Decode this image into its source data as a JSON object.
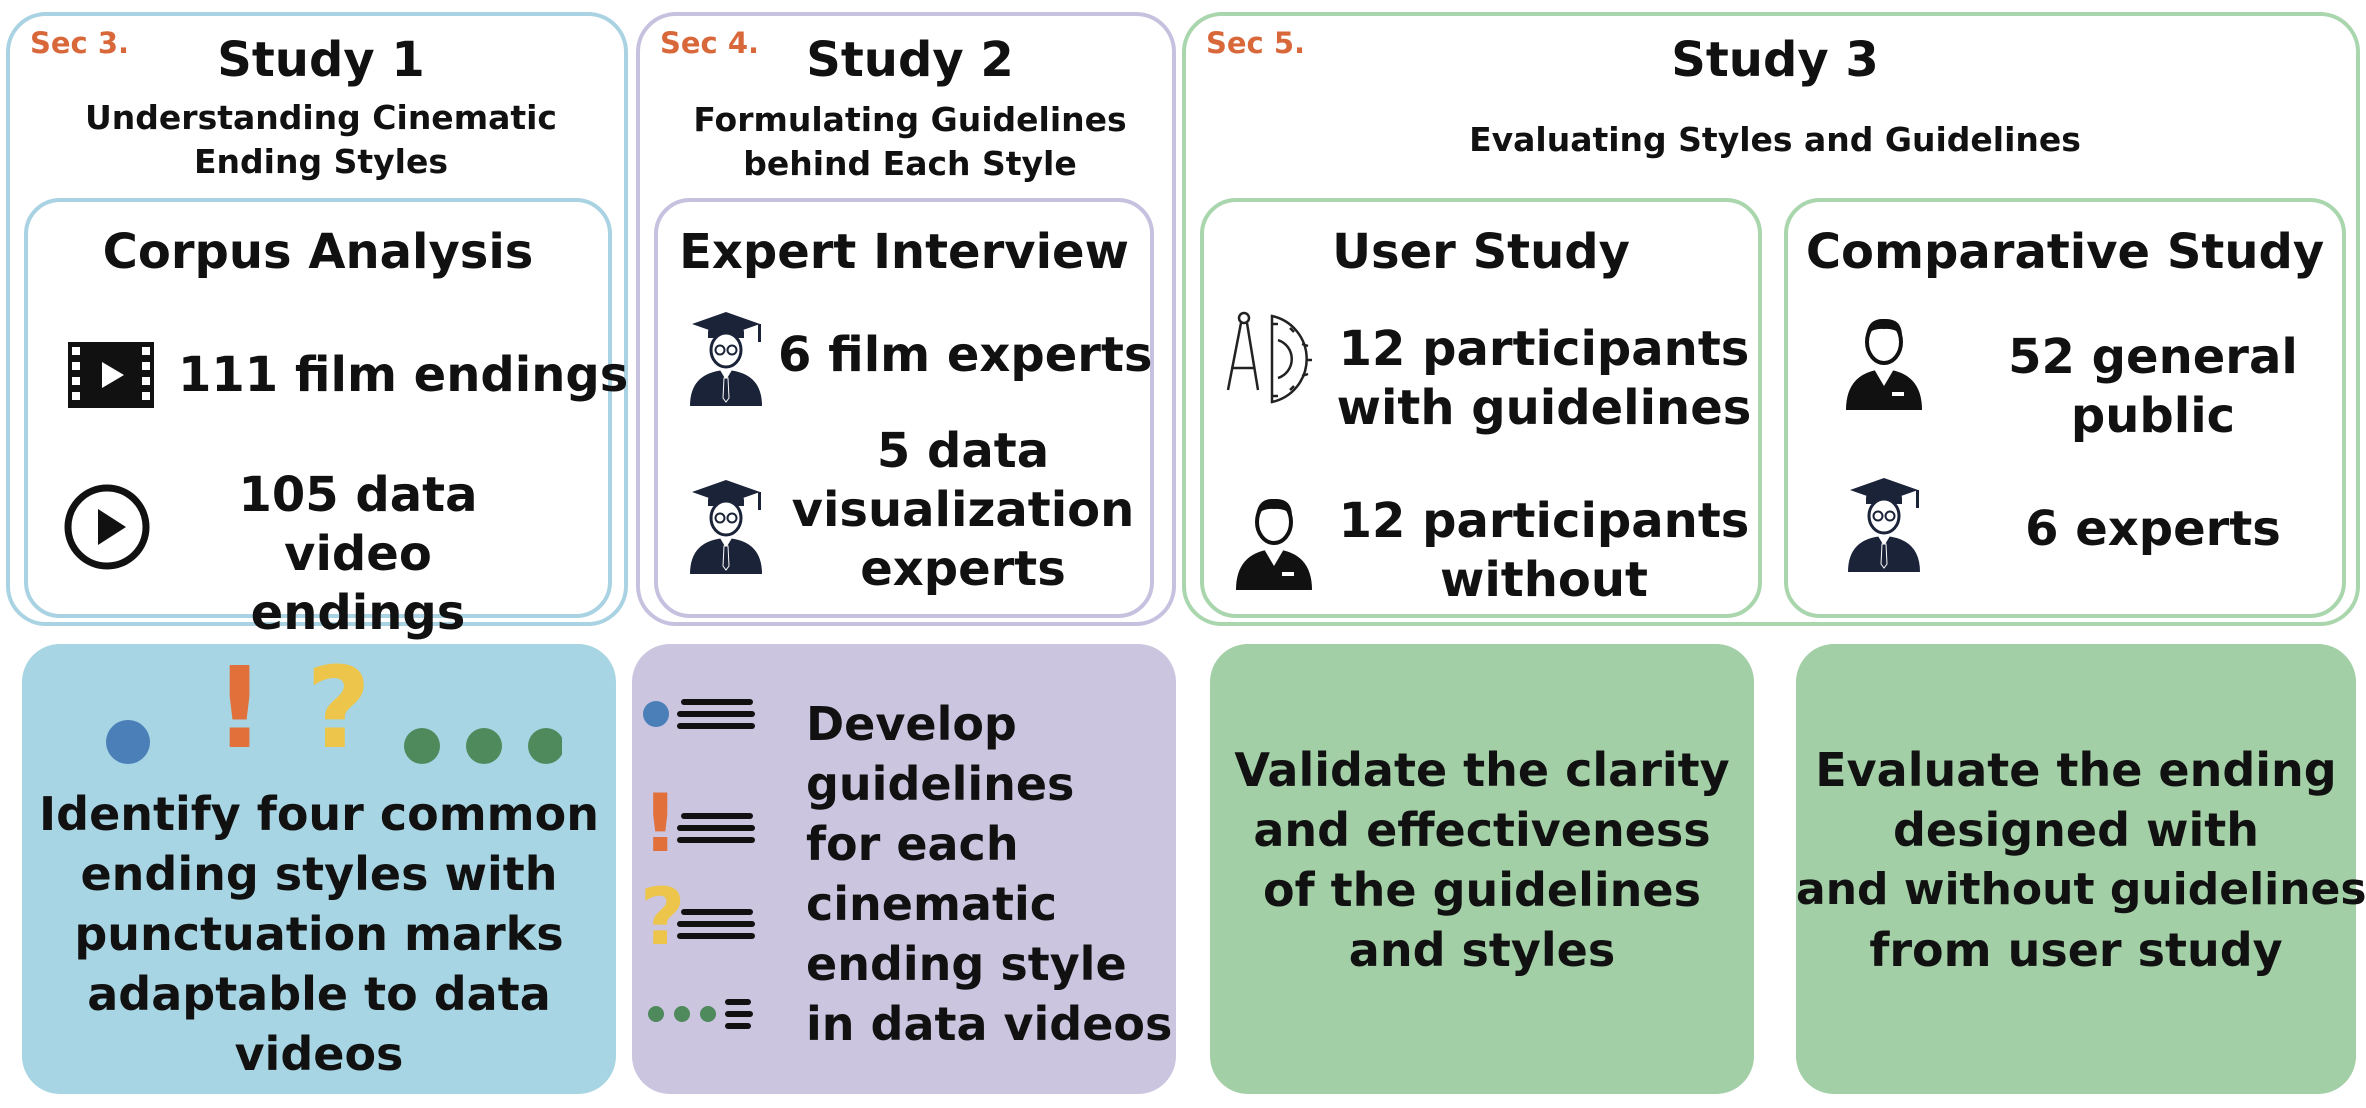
{
  "studies": [
    {
      "section": "Sec 3.",
      "title": "Study 1",
      "subtitle_lines": [
        "Understanding Cinematic",
        "Ending Styles"
      ],
      "methods": [
        {
          "title": "Corpus Analysis",
          "items": [
            {
              "icon": "film-strip-icon",
              "lines": [
                "111 film endings"
              ]
            },
            {
              "icon": "play-circle-icon",
              "lines": [
                "105 data video",
                "endings"
              ]
            }
          ]
        }
      ]
    },
    {
      "section": "Sec 4.",
      "title": "Study 2",
      "subtitle_lines": [
        "Formulating Guidelines",
        "behind Each Style"
      ],
      "methods": [
        {
          "title": "Expert Interview",
          "items": [
            {
              "icon": "graduate-icon",
              "lines": [
                "6 film experts"
              ]
            },
            {
              "icon": "graduate-icon",
              "lines": [
                "5 data",
                "visualization",
                "experts"
              ]
            }
          ]
        }
      ]
    },
    {
      "section": "Sec 5.",
      "title": "Study 3",
      "subtitle_lines": [
        "Evaluating Styles and Guidelines"
      ],
      "methods": [
        {
          "title": "User Study",
          "items": [
            {
              "icon": "design-tools-icon",
              "lines": [
                "12 participants",
                "with guidelines"
              ]
            },
            {
              "icon": "person-icon",
              "lines": [
                "12 participants",
                "without"
              ]
            }
          ]
        },
        {
          "title": "Comparative Study",
          "items": [
            {
              "icon": "person-icon",
              "lines": [
                "52 general",
                "public"
              ]
            },
            {
              "icon": "graduate-icon",
              "lines": [
                "6 experts"
              ]
            }
          ]
        }
      ]
    }
  ],
  "summaries": [
    {
      "lines": [
        "Identify four common",
        "ending styles with",
        "punctuation marks",
        "adaptable to data",
        "videos"
      ],
      "bg": "#a7d5e3"
    },
    {
      "lines": [
        "Develop",
        "guidelines",
        "for each",
        "cinematic",
        "ending style",
        "in data videos"
      ],
      "bg": "#cbc5e0"
    },
    {
      "lines": [
        "Validate the clarity",
        "and effectiveness",
        "of the guidelines",
        "and styles"
      ],
      "bg": "#a2cfa6"
    },
    {
      "lines": [
        "Evaluate the ending",
        "designed with",
        "and without guidelines",
        "from user study"
      ],
      "bg": "#a2cfa6"
    }
  ],
  "punctuation": {
    "exclamation": "!",
    "question": "?"
  },
  "colors": {
    "study1_border": "#a9d3e2",
    "study2_border": "#c7c1e0",
    "study3_border": "#a9d6ad",
    "section_label": "#d8683a",
    "dot_blue": "#4a7fb8",
    "exclaim_orange": "#e2703b",
    "question_yellow": "#ecc54a",
    "dot_green": "#4e8a5c"
  }
}
